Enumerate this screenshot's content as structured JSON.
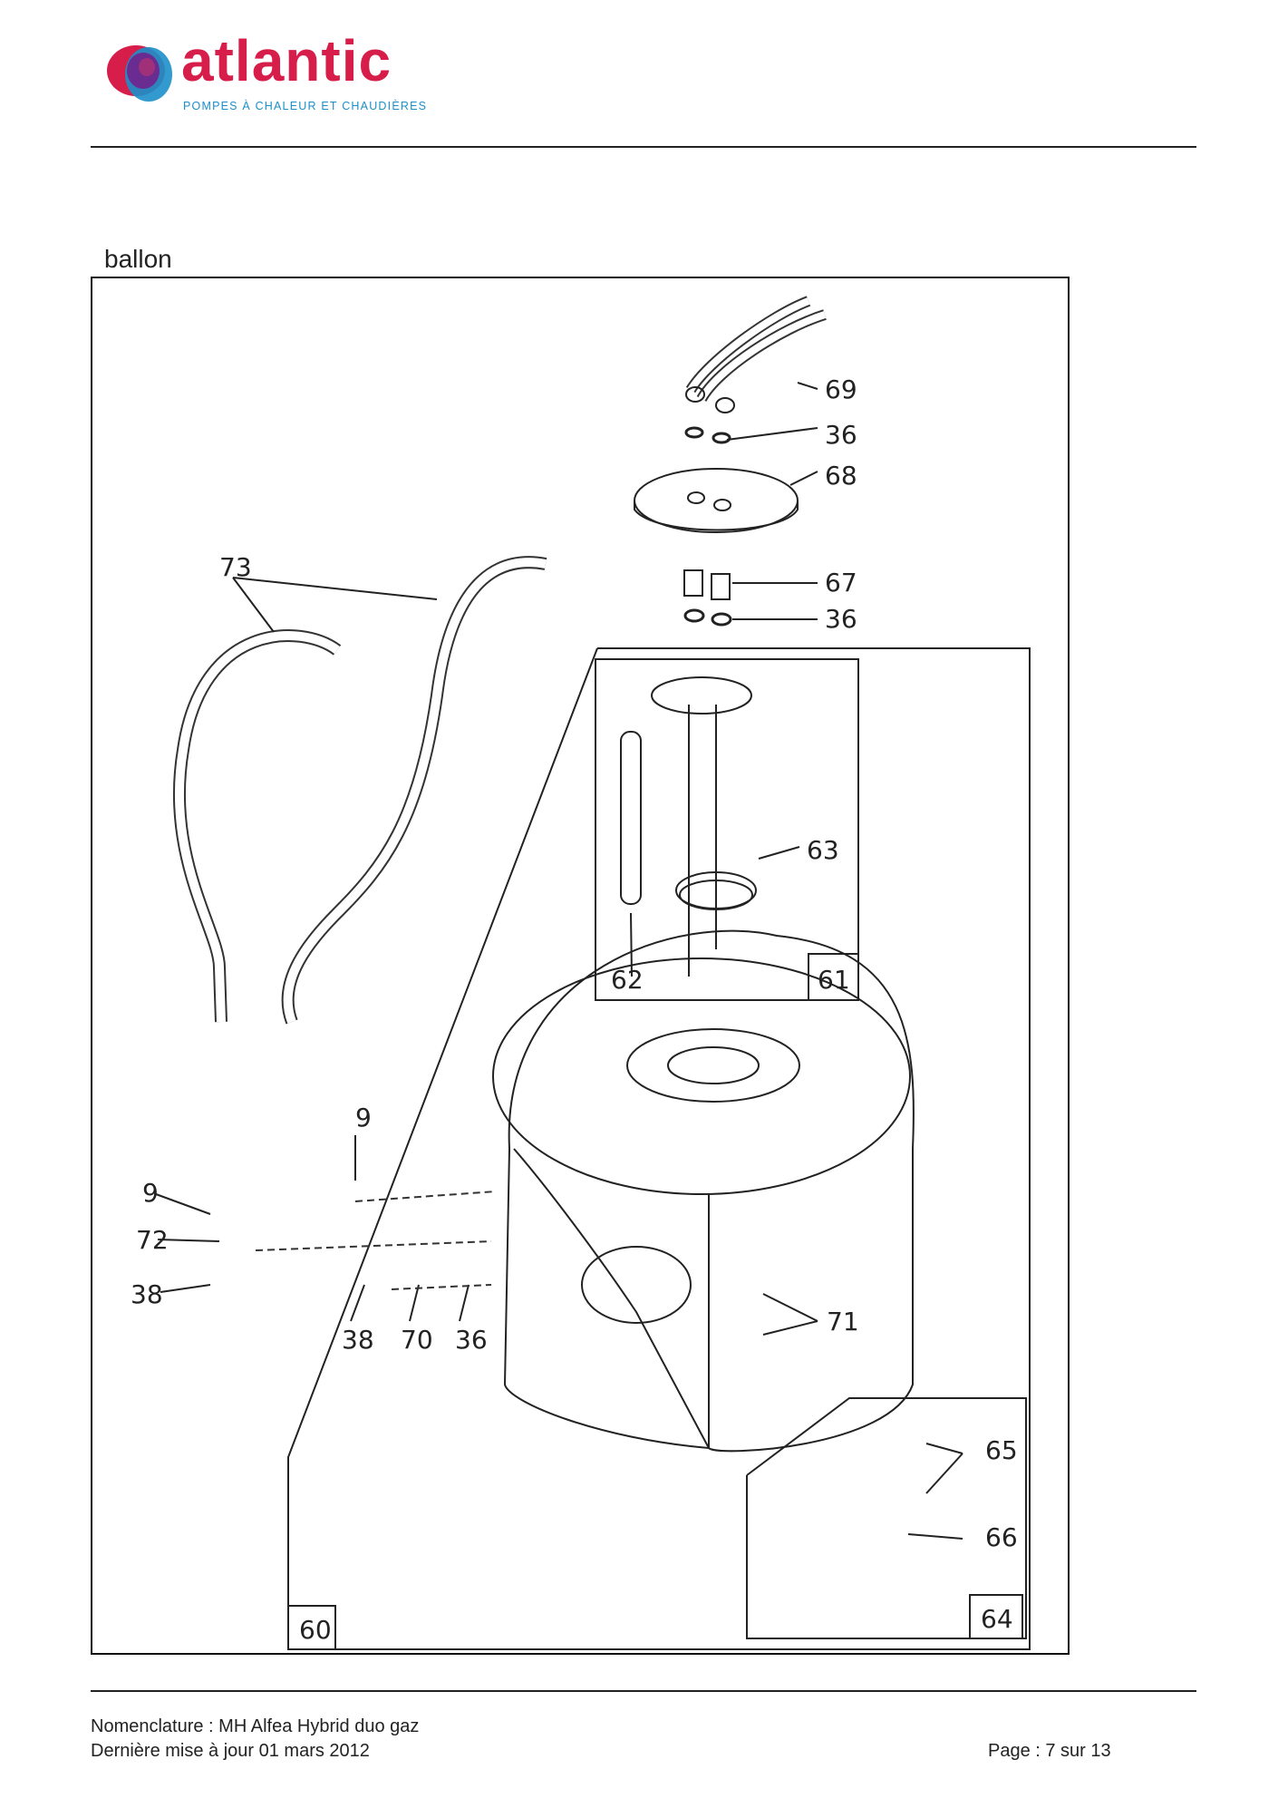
{
  "header": {
    "brand": "atlantic",
    "tagline": "POMPES À CHALEUR ET CHAUDIÈRES"
  },
  "section_title": "ballon",
  "parts": {
    "p69": "69",
    "p36a": "36",
    "p68": "68",
    "p67": "67",
    "p36b": "36",
    "p73": "73",
    "p63": "63",
    "p62": "62",
    "p61": "61",
    "p9a": "9",
    "p9b": "9",
    "p72": "72",
    "p38a": "38",
    "p38b": "38",
    "p70": "70",
    "p36c": "36",
    "p71": "71",
    "p65": "65",
    "p66": "66",
    "p64": "64",
    "p60": "60"
  },
  "footer": {
    "line1": "Nomenclature : MH Alfea Hybrid duo gaz",
    "line2": "Dernière mise à jour 01 mars 2012",
    "page": "Page : 7 sur 13"
  },
  "colors": {
    "brand_red": "#d71e4a",
    "brand_blue": "#1c8fc9",
    "logo_purple": "#6a2c91"
  }
}
